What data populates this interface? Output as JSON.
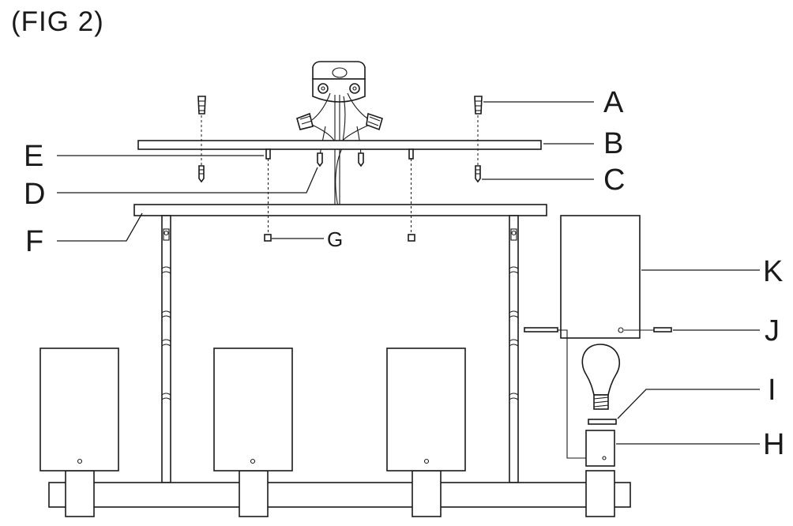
{
  "figure_title": "(FIG 2)",
  "labels": {
    "A": "A",
    "B": "B",
    "C": "C",
    "D": "D",
    "E": "E",
    "F": "F",
    "G": "G",
    "H": "H",
    "I": "I",
    "J": "J",
    "K": "K"
  }
}
